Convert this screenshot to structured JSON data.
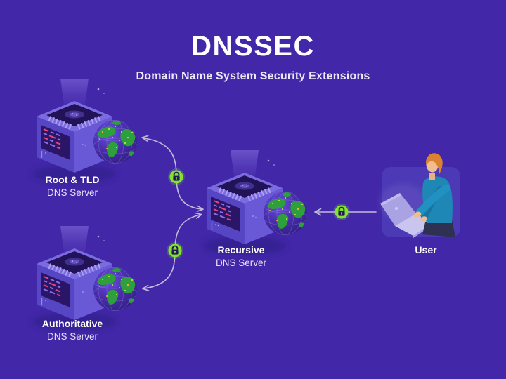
{
  "title": "DNSSEC",
  "subtitle": "Domain Name System Security Extensions",
  "nodes": {
    "root_tld": {
      "label": "Root & TLD",
      "sublabel": "DNS Server"
    },
    "authoritative": {
      "label": "Authoritative",
      "sublabel": "DNS Server"
    },
    "recursive": {
      "label": "Recursive",
      "sublabel": "DNS Server"
    },
    "user": {
      "label": "User"
    }
  },
  "connections": [
    {
      "from": "root_tld",
      "to": "recursive",
      "bidirectional": true,
      "secured_icon": "lock-icon"
    },
    {
      "from": "authoritative",
      "to": "recursive",
      "bidirectional": true,
      "secured_icon": "lock-icon"
    },
    {
      "from": "user",
      "to": "recursive",
      "bidirectional": false,
      "secured_icon": "lock-icon"
    }
  ],
  "icons": {
    "lock": "lock-icon",
    "server": "dns-server-illustration",
    "globe": "globe-illustration",
    "user": "user-at-laptop-illustration"
  },
  "colors": {
    "background": "#4227A8",
    "title_text": "#FFFFFF",
    "subtitle_text": "#EDE9F8",
    "sublabel_text": "#E6E2F5",
    "lock_badge": "#84E230",
    "lock_glyph": "#201A56",
    "arrow": "#CBC9DC",
    "server_face_left": "#5646C4",
    "server_face_right": "#6A59D6",
    "server_top": "#7A6BE0",
    "chip_dark": "#221257",
    "led_pink": "#E8457D",
    "led_violet": "#8A70E8",
    "continent_green": "#2F9F3D",
    "user_panel": "#4C39B6",
    "sweater_teal": "#1F87B5",
    "hair_orange": "#D9822F",
    "skin": "#F1BD90",
    "laptop_lavender": "#A9A3E4"
  }
}
